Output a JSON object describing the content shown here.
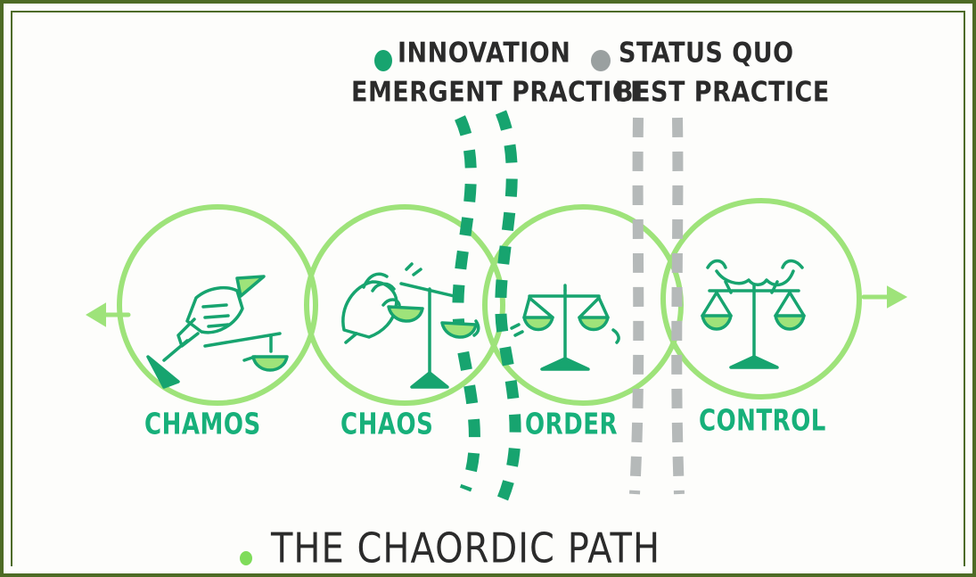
{
  "legend": {
    "innovation_line1": "INNOVATION",
    "innovation_line2": "EMERGENT PRACTICE",
    "status_quo_line1": "STATUS QUO",
    "status_quo_line2": "BEST PRACTICE"
  },
  "stages": [
    {
      "label": "CHAMOS"
    },
    {
      "label": "CHAOS"
    },
    {
      "label": "ORDER"
    },
    {
      "label": "CONTROL"
    }
  ],
  "title": "THE CHAORDIC PATH",
  "colors": {
    "frame": "#4d6b25",
    "circle": "#9ee37a",
    "drawing": "#17a46f",
    "innovation_dot": "#17a46f",
    "status_quo_dot": "#9aa0a0",
    "title_dot": "#7fdc5a",
    "text": "#2b2b2b"
  },
  "icons": {
    "chamos": "hand-tilting-scale-icon",
    "chaos": "hand-shaking-scale-icon",
    "order": "balanced-scale-icon",
    "control": "hands-gripping-scale-icon"
  }
}
